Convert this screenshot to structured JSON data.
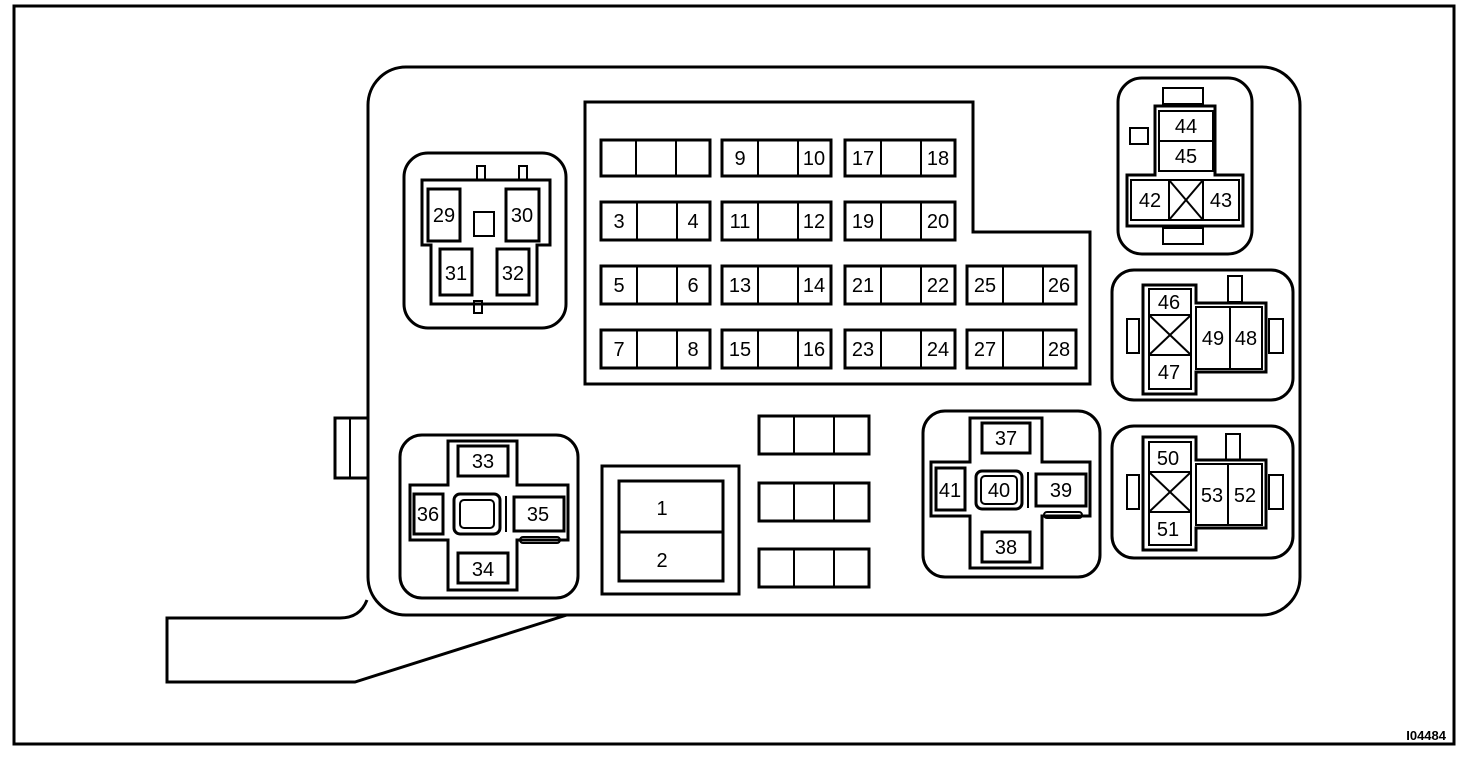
{
  "figure_code": "I04484",
  "fuses": {
    "f3": "3",
    "f4": "4",
    "f5": "5",
    "f6": "6",
    "f7": "7",
    "f8": "8",
    "f9": "9",
    "f10": "10",
    "f11": "11",
    "f12": "12",
    "f13": "13",
    "f14": "14",
    "f15": "15",
    "f16": "16",
    "f17": "17",
    "f18": "18",
    "f19": "19",
    "f20": "20",
    "f21": "21",
    "f22": "22",
    "f23": "23",
    "f24": "24",
    "f25": "25",
    "f26": "26",
    "f27": "27",
    "f28": "28"
  },
  "fusible_links": {
    "f1": "1",
    "f2": "2"
  },
  "relay_a": {
    "t29": "29",
    "t30": "30",
    "t31": "31",
    "t32": "32"
  },
  "relay_b": {
    "t33": "33",
    "t34": "34",
    "t35": "35",
    "t36": "36"
  },
  "relay_c": {
    "t37": "37",
    "t38": "38",
    "t39": "39",
    "t40": "40",
    "t41": "41"
  },
  "relay_d": {
    "t42": "42",
    "t43": "43",
    "t44": "44",
    "t45": "45"
  },
  "relay_e": {
    "t46": "46",
    "t47": "47",
    "t48": "48",
    "t49": "49"
  },
  "relay_f": {
    "t50": "50",
    "t51": "51",
    "t52": "52",
    "t53": "53"
  }
}
